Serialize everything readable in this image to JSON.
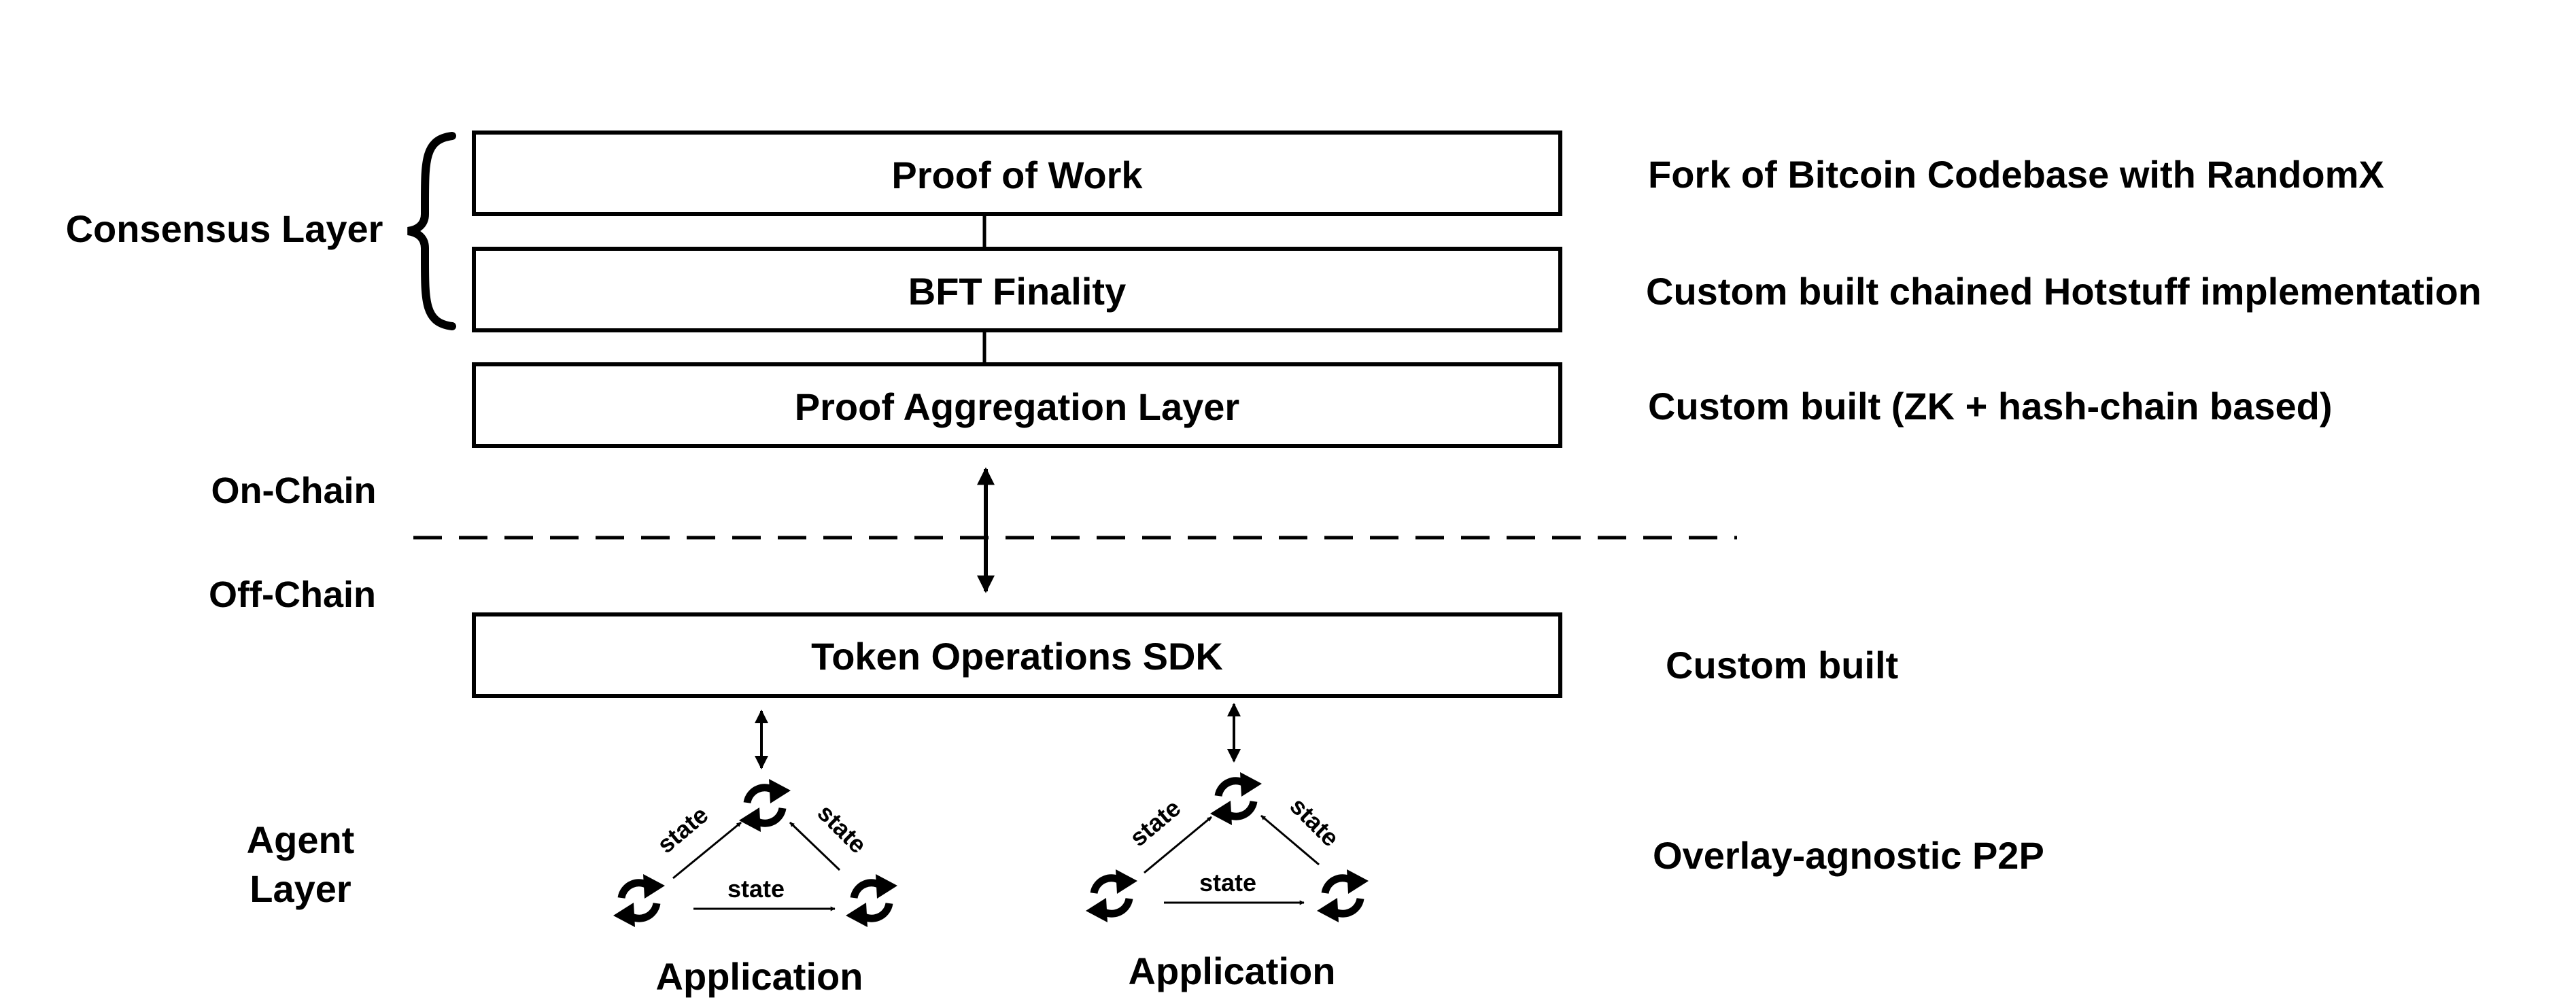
{
  "layers": {
    "consensus": "Consensus Layer",
    "on_chain": "On-Chain",
    "off_chain": "Off-Chain",
    "agent_line1": "Agent",
    "agent_line2": "Layer"
  },
  "boxes": {
    "pow": "Proof of Work",
    "bft": "BFT Finality",
    "aggregation": "Proof Aggregation Layer",
    "sdk": "Token Operations SDK"
  },
  "descriptions": {
    "pow": "Fork of Bitcoin Codebase with RandomX",
    "bft": "Custom built chained Hotstuff implementation",
    "aggregation": "Custom built (ZK + hash-chain based)",
    "sdk": "Custom built",
    "agent": "Overlay-agnostic P2P"
  },
  "apps": [
    {
      "label": "Application",
      "edge_left": "state",
      "edge_right": "state",
      "edge_bottom": "state"
    },
    {
      "label": "Application",
      "edge_left": "state",
      "edge_right": "state",
      "edge_bottom": "state"
    }
  ],
  "icons": {
    "node": "refresh-cycle-icon"
  },
  "colors": {
    "stroke": "#000000",
    "background": "#ffffff"
  }
}
